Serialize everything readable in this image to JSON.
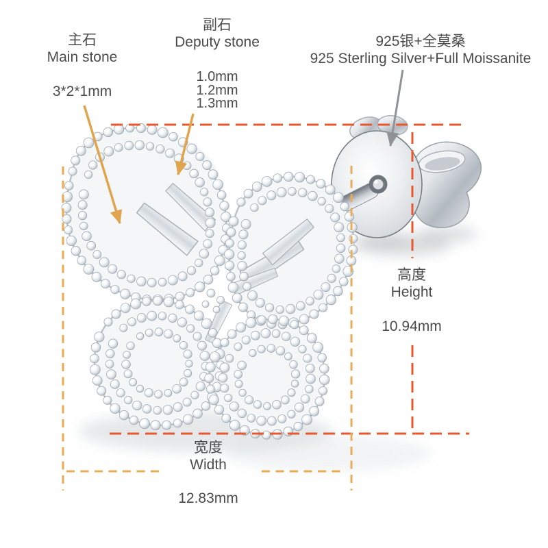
{
  "colors": {
    "height_dimension": "#E8582F",
    "width_dimension": "#EAAB55",
    "callout_arrow": "#E0A44E",
    "material_arrow": "#8F9296"
  },
  "callouts": {
    "main_stone": {
      "label_cn": "主石",
      "label_en": "Main stone",
      "size": "3*2*1mm"
    },
    "deputy_stone": {
      "label_cn": "副石",
      "label_en": "Deputy stone",
      "sizes": [
        "1.0mm",
        "1.2mm",
        "1.3mm"
      ]
    },
    "material": {
      "label_cn": "925银+全莫桑",
      "label_en": "925 Sterling Silver+Full Moissanite"
    }
  },
  "dimensions": {
    "height": {
      "label_cn": "高度",
      "label_en": "Height",
      "value": "10.94mm"
    },
    "width": {
      "label_cn": "宽度",
      "label_en": "Width",
      "value": "12.83mm"
    }
  }
}
